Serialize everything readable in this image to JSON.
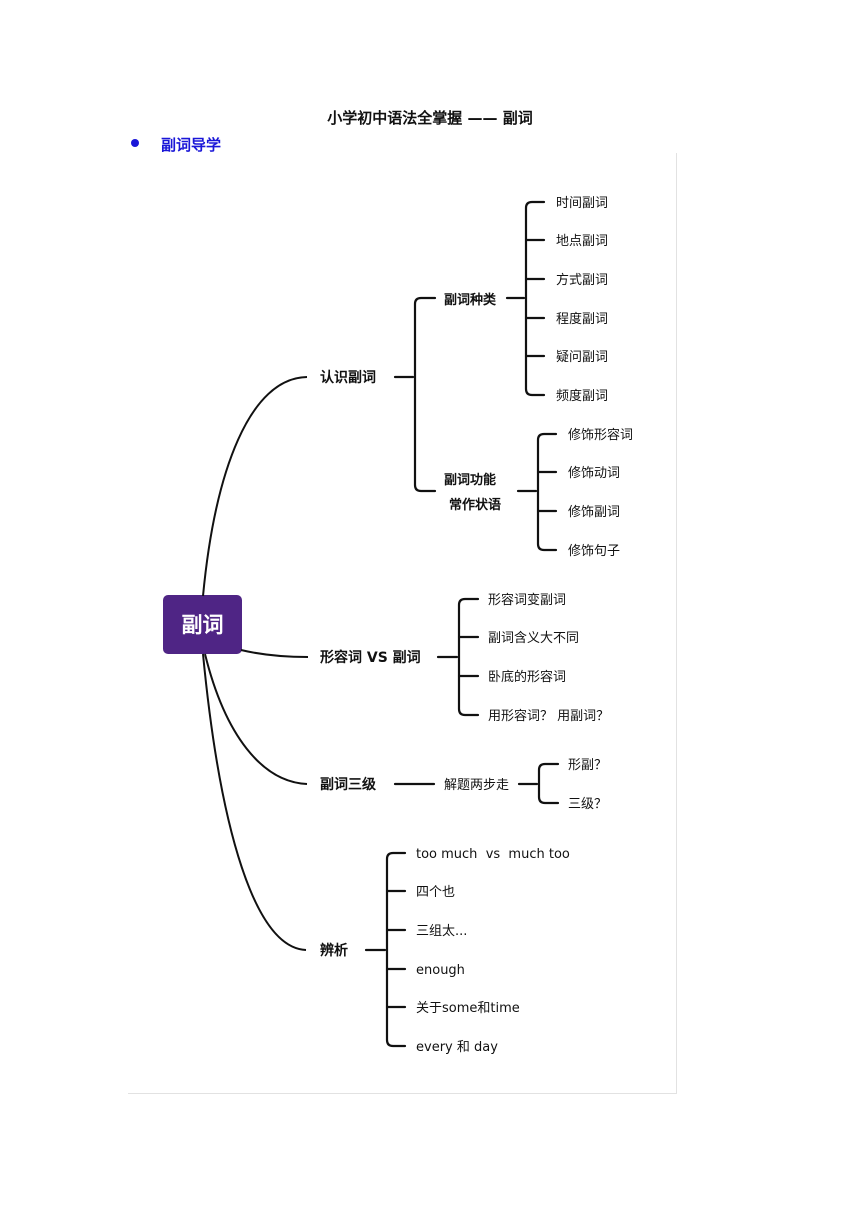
{
  "document": {
    "title": "小学初中语法全掌握 —— 副词",
    "section_heading": "副词导学"
  },
  "mindmap": {
    "root": "副词",
    "root_color": "#4f2585",
    "bullet_color": "#1a16d8",
    "branches": [
      {
        "label": "认识副词",
        "children": [
          {
            "label": "副词种类",
            "leaves": [
              "时间副词",
              "地点副词",
              "方式副词",
              "程度副词",
              "疑问副词",
              "频度副词"
            ]
          },
          {
            "label": "副词功能",
            "label_line2": "常作状语",
            "leaves": [
              "修饰形容词",
              "修饰动词",
              "修饰副词",
              "修饰句子"
            ]
          }
        ]
      },
      {
        "label": "形容词 VS 副词",
        "leaves": [
          "形容词变副词",
          "副词含义大不同",
          "卧底的形容词",
          "用形容词？ 用副词？"
        ]
      },
      {
        "label": "副词三级",
        "children": [
          {
            "label": "解题两步走",
            "leaves": [
              "形副？",
              "三级？"
            ]
          }
        ]
      },
      {
        "label": "辨析",
        "leaves": [
          "too much  vs  much too",
          "四个也",
          "三组太...",
          "enough",
          "关于some和time",
          "every 和 day"
        ]
      }
    ]
  }
}
